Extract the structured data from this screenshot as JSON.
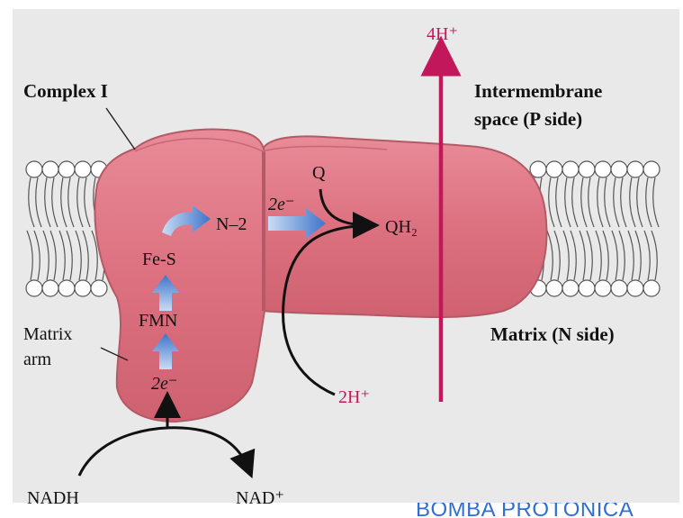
{
  "diagram": {
    "title": "Complex I",
    "labels": {
      "intermembrane_line1": "Intermembrane",
      "intermembrane_line2": "space (P side)",
      "matrix_side": "Matrix (N side)",
      "matrix_arm_line1": "Matrix",
      "matrix_arm_line2": "arm",
      "protons_out": "4H⁺",
      "protons_in": "2H⁺",
      "nadh": "NADH",
      "nad_plus": "NAD⁺",
      "fmn": "FMN",
      "fe_s": "Fe-S",
      "n2": "N–2",
      "electrons_lower": "2e⁻",
      "electrons_upper": "2e⁻",
      "quinone": "Q",
      "quinol": "QH₂"
    },
    "colors": {
      "protein": "#dc7180",
      "protein_edge": "#b45a66",
      "proton_arrow": "#c2185b",
      "electron_arrow": "#4a7fd0",
      "membrane_line": "#555555"
    }
  },
  "footer": {
    "text": "BOMBA PROTÓNICA"
  }
}
